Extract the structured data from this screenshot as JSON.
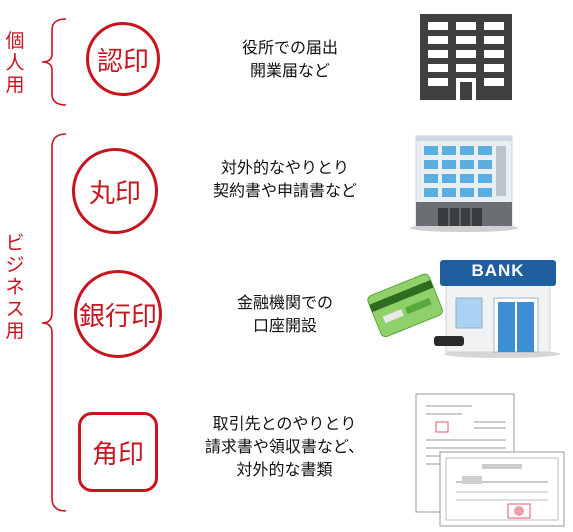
{
  "groups": {
    "personal": {
      "label": "個人用"
    },
    "business": {
      "label": "ビジネス用"
    }
  },
  "seals": [
    {
      "name": "認印",
      "desc": [
        "役所での届出",
        "開業届など"
      ]
    },
    {
      "name": "丸印",
      "desc": [
        "対外的なやりとり",
        "契約書や申請書など"
      ]
    },
    {
      "name": "銀行印",
      "desc": [
        "金融機関での",
        "口座開設"
      ]
    },
    {
      "name": "角印",
      "desc": [
        "取引先とのやりとり",
        "請求書や領収書など、",
        "対外的な書類"
      ]
    }
  ],
  "bank_sign": "BANK",
  "colors": {
    "accent": "#c8141e",
    "bank_blue": "#1f5fa0"
  },
  "icons": [
    "office-building-icon",
    "modern-building-icon",
    "bank-building-icon",
    "bank-card-icon",
    "invoice-documents-icon"
  ]
}
